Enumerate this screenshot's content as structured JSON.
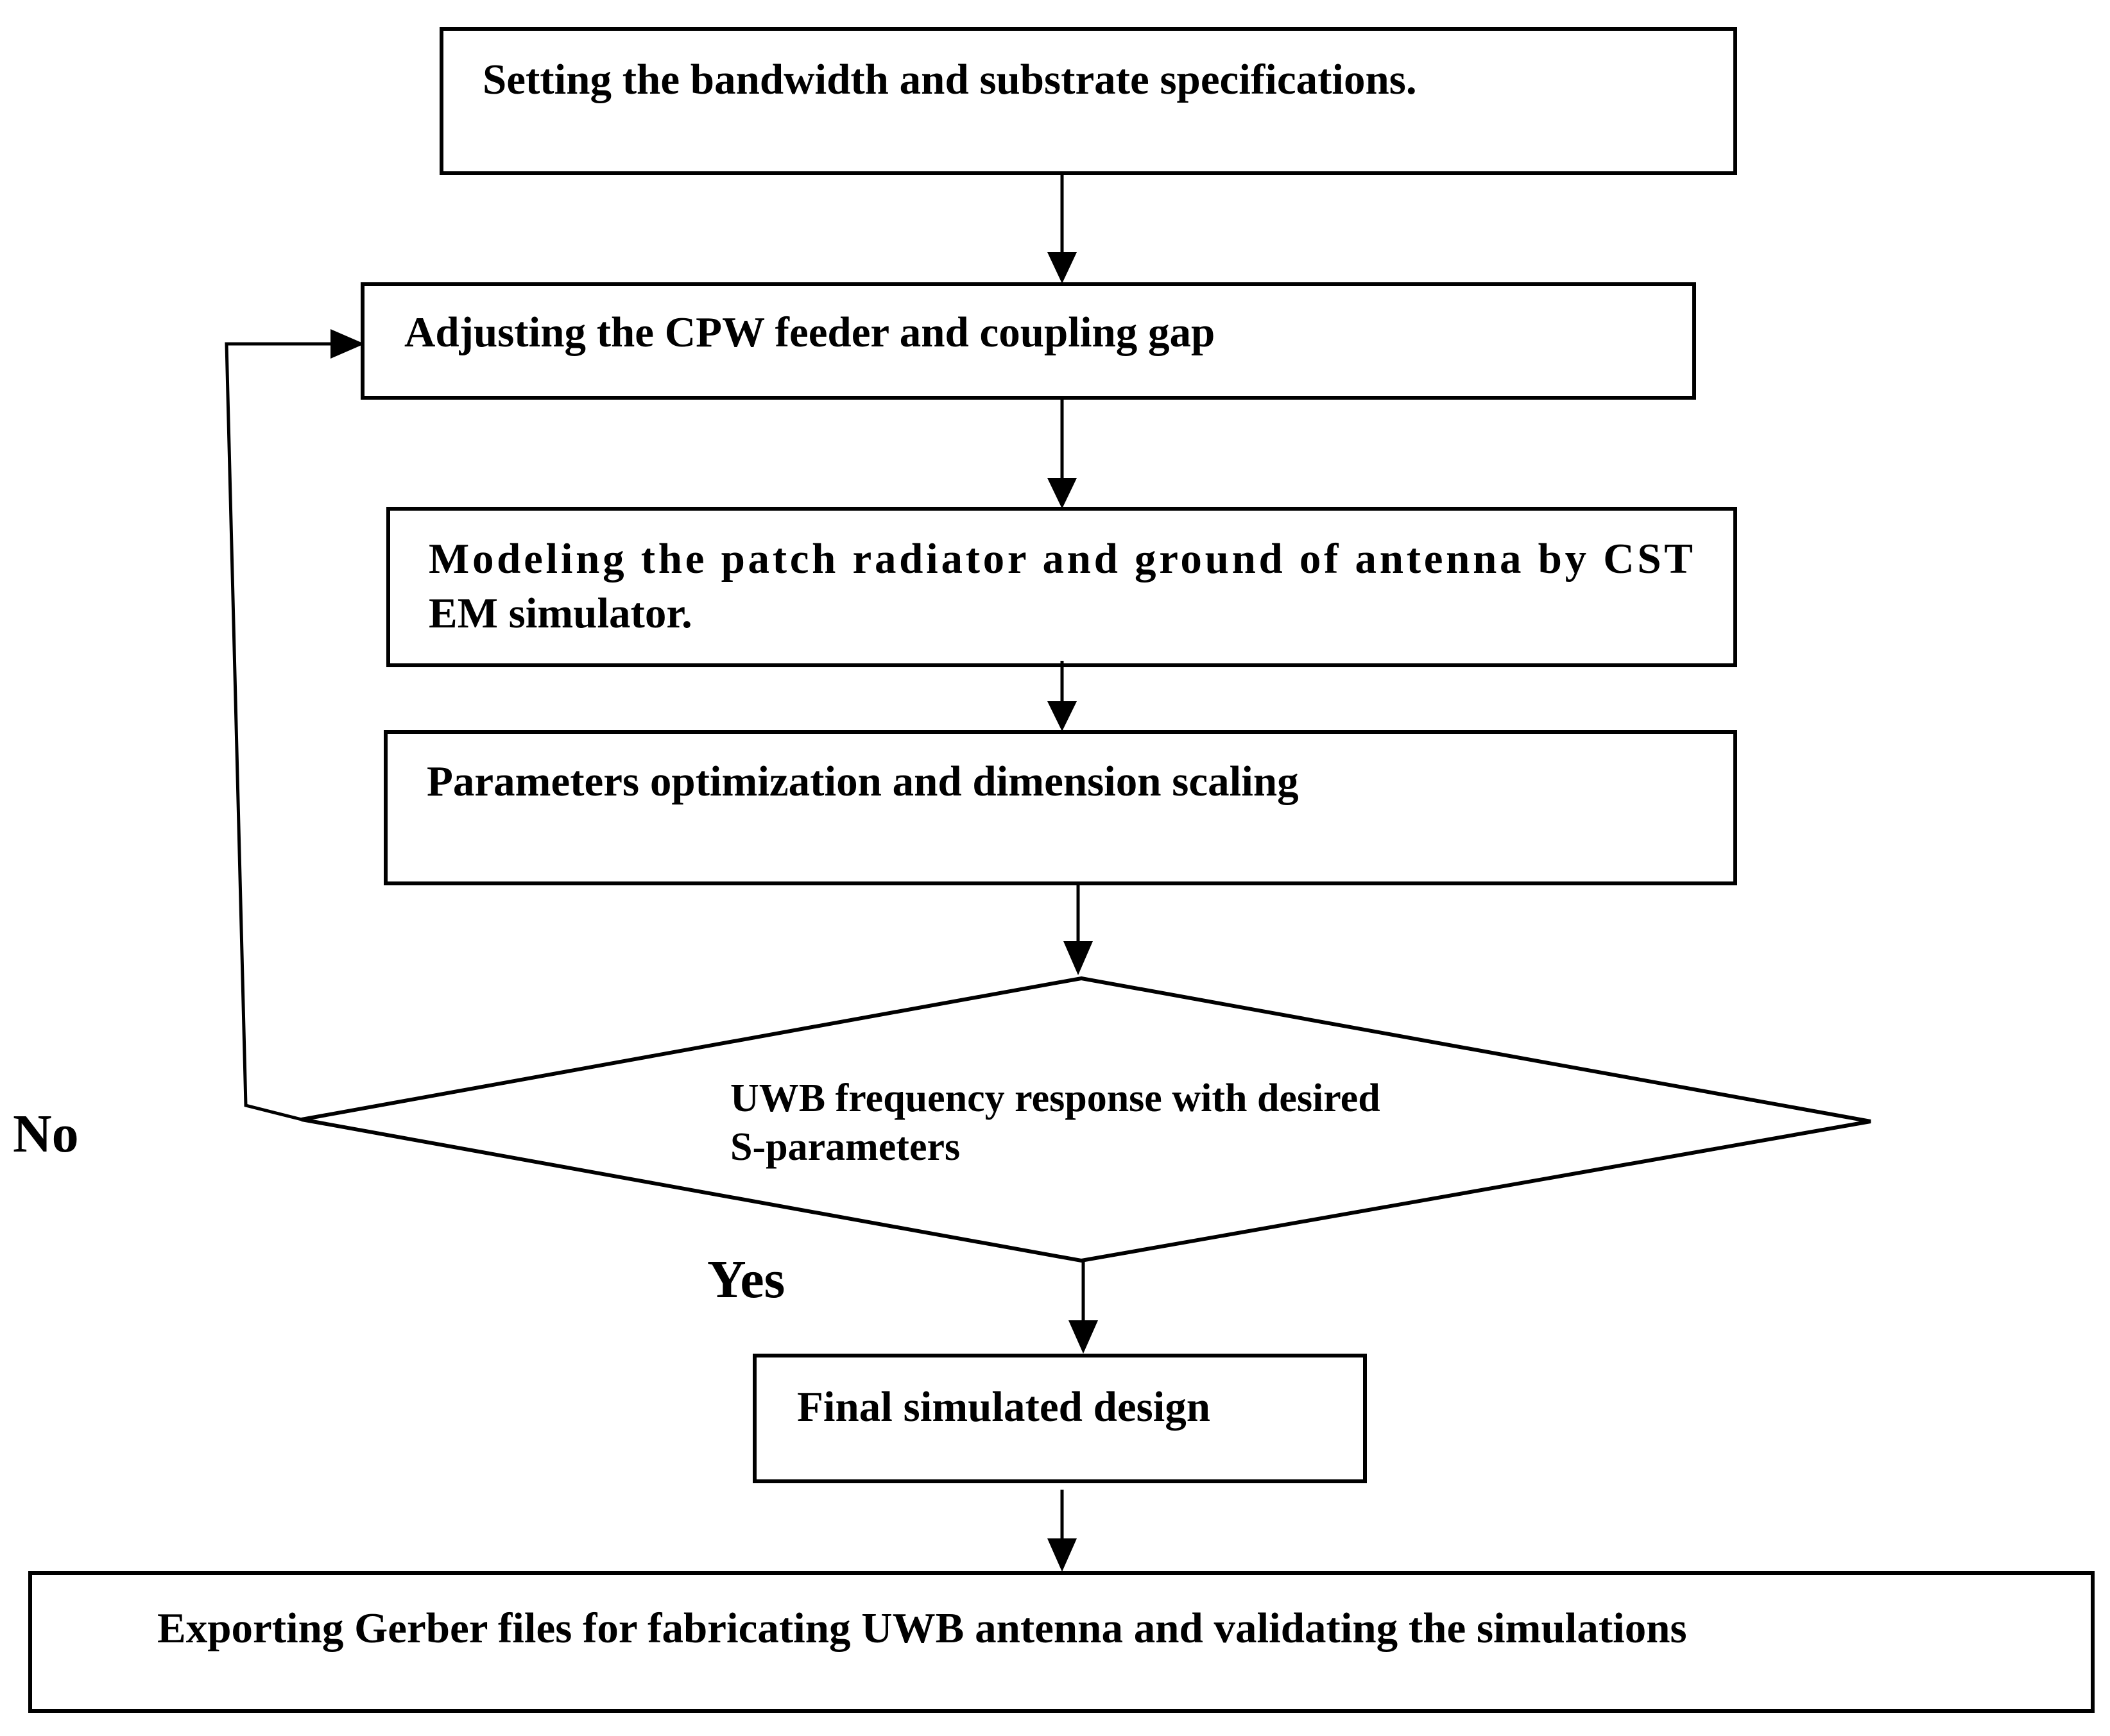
{
  "steps": {
    "setting": "Setting the bandwidth and substrate specifications.",
    "adjusting": "Adjusting the CPW feeder and coupling gap",
    "modeling_line1": "Modeling the patch radiator and ground of antenna by CST",
    "modeling_line2": "EM simulator.",
    "optimization": "Parameters optimization and dimension scaling",
    "decision_line1": "UWB frequency response with desired",
    "decision_line2": "S-parameters",
    "final": "Final simulated design",
    "exporting": "Exporting Gerber files for fabricating UWB antenna and validating the simulations"
  },
  "labels": {
    "no": "No",
    "yes": "Yes"
  },
  "colors": {
    "stroke": "#000000",
    "background": "#ffffff"
  }
}
